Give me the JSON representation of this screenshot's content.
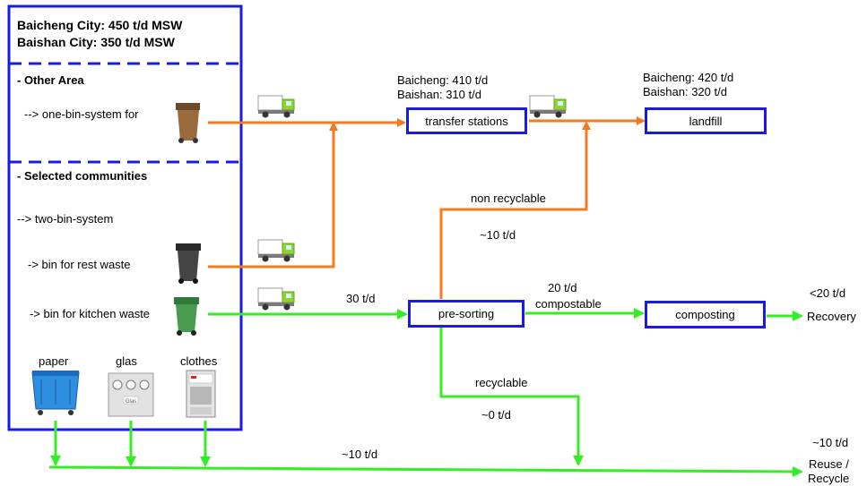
{
  "header": {
    "line1": "Baicheng City: 450 t/d MSW",
    "line2": "Baishan City: 350 t/d MSW"
  },
  "other_area": {
    "title": "- Other Area",
    "system": "--> one-bin-system for"
  },
  "selected": {
    "title": "- Selected communities",
    "system": "--> two-bin-system",
    "rest": "-> bin for rest waste",
    "kitchen": "-> bin for kitchen waste"
  },
  "containers": {
    "paper": "paper",
    "glas": "glas",
    "clothes": "clothes",
    "glas_mark": "Glas"
  },
  "nodes": {
    "transfer": "transfer stations",
    "landfill": "landfill",
    "presorting": "pre-sorting",
    "composting": "composting"
  },
  "labels": {
    "transfer_baicheng": "Baicheng: 410 t/d",
    "transfer_baishan": "Baishan: 310 t/d",
    "landfill_baicheng": "Baicheng: 420 t/d",
    "landfill_baishan": "Baishan: 320 t/d",
    "non_recyclable": "non recyclable",
    "non_recyclable_amount": "~10 t/d",
    "kitchen_amount": "30 t/d",
    "compostable_amount": "20 t/d",
    "compostable": "compostable",
    "recovery_amount": "<20 t/d",
    "recovery": "Recovery",
    "recyclable": "recyclable",
    "recyclable_amount": "~0 t/d",
    "containers_amount": "~10 t/d",
    "reuse_amount": "~10 t/d",
    "reuse_line1": "Reuse /",
    "reuse_line2": "Recycle"
  },
  "colors": {
    "border": "#1a1ae6",
    "orange_flow": "#f47a20",
    "green_flow": "#33ee22",
    "truck_body": "#8dd52f"
  }
}
